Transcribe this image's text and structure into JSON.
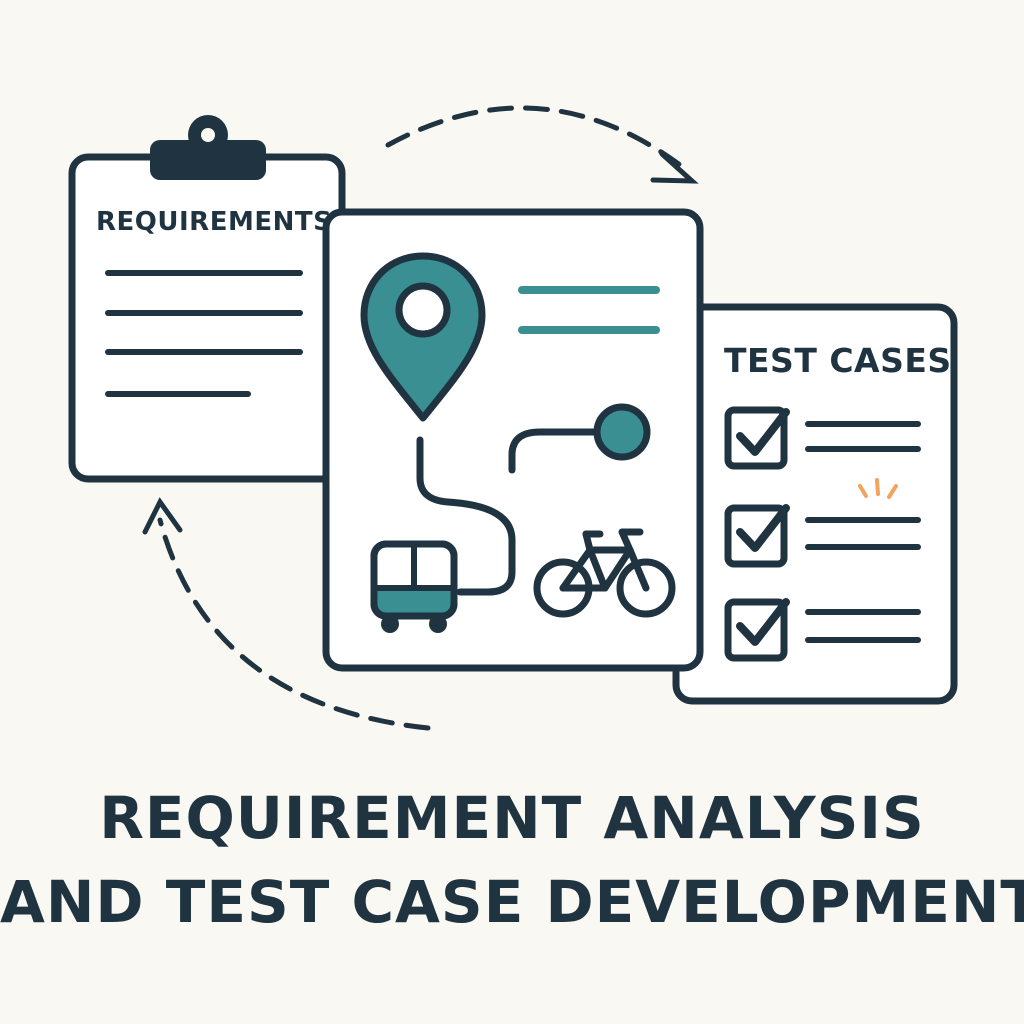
{
  "requirements_card": {
    "title": "REQUIREMENTS"
  },
  "test_cases_card": {
    "title": "TEST CASES",
    "items": [
      {
        "checked": true
      },
      {
        "checked": true
      },
      {
        "checked": true
      }
    ]
  },
  "caption": {
    "line1": "REQUIREMENT ANALYSIS",
    "line2": "AND TEST CASE DEVELOPMENT"
  },
  "colors": {
    "background": "#faf8f3",
    "ink": "#1f3440",
    "teal": "#3a8f92",
    "accent": "#f2a35c"
  },
  "icons": [
    "clipboard-icon",
    "location-pin-icon",
    "bus-icon",
    "bicycle-icon",
    "checkbox-icon",
    "cycle-arrow-icon",
    "sparkle-icon"
  ]
}
